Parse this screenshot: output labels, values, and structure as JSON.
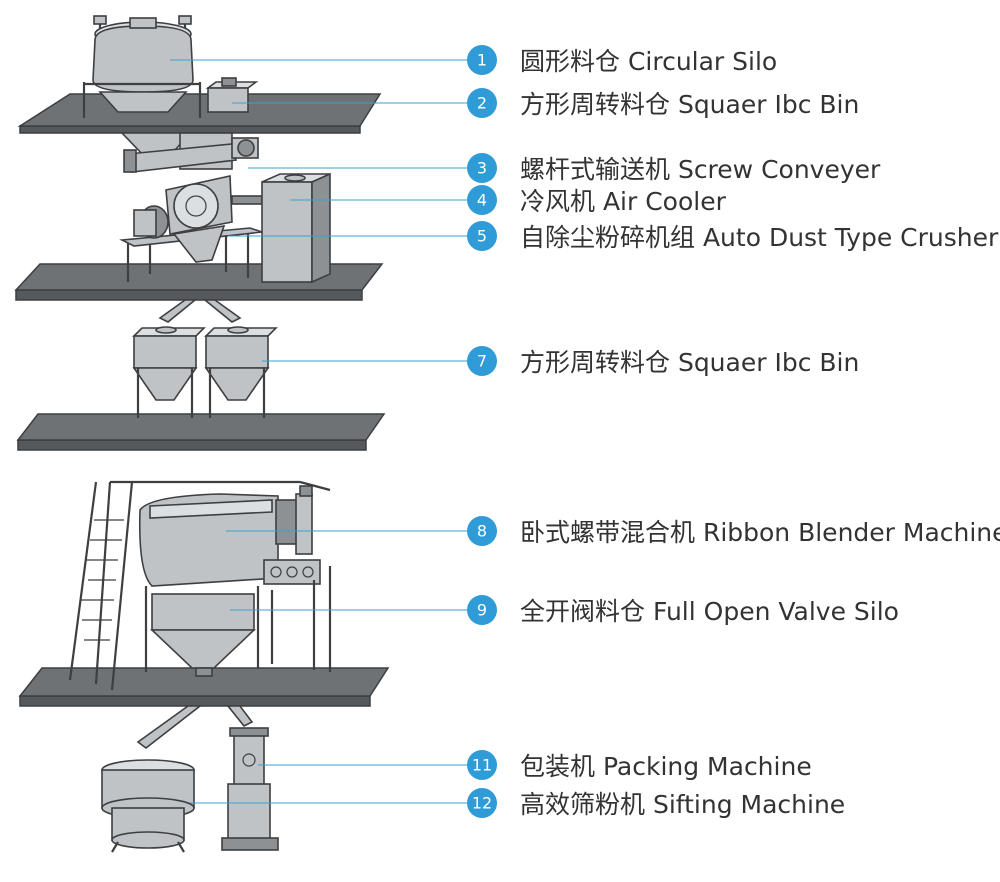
{
  "accent_color": "#2f9bd7",
  "callouts": [
    {
      "number": "1",
      "label": "圆形料仓  Circular Silo"
    },
    {
      "number": "2",
      "label": "方形周转料仓  Squaer Ibc Bin"
    },
    {
      "number": "3",
      "label": "螺杆式输送机  Screw Conveyer"
    },
    {
      "number": "4",
      "label": "冷风机  Air Cooler"
    },
    {
      "number": "5",
      "label": "自除尘粉碎机组  Auto Dust Type Crusher"
    },
    {
      "number": "7",
      "label": "方形周转料仓  Squaer Ibc Bin"
    },
    {
      "number": "8",
      "label": "卧式螺带混合机  Ribbon Blender Machine"
    },
    {
      "number": "9",
      "label": "全开阀料仓  Full Open Valve Silo"
    },
    {
      "number": "11",
      "label": "包装机  Packing Machine"
    },
    {
      "number": "12",
      "label": "高效筛粉机  Sifting Machine"
    }
  ]
}
